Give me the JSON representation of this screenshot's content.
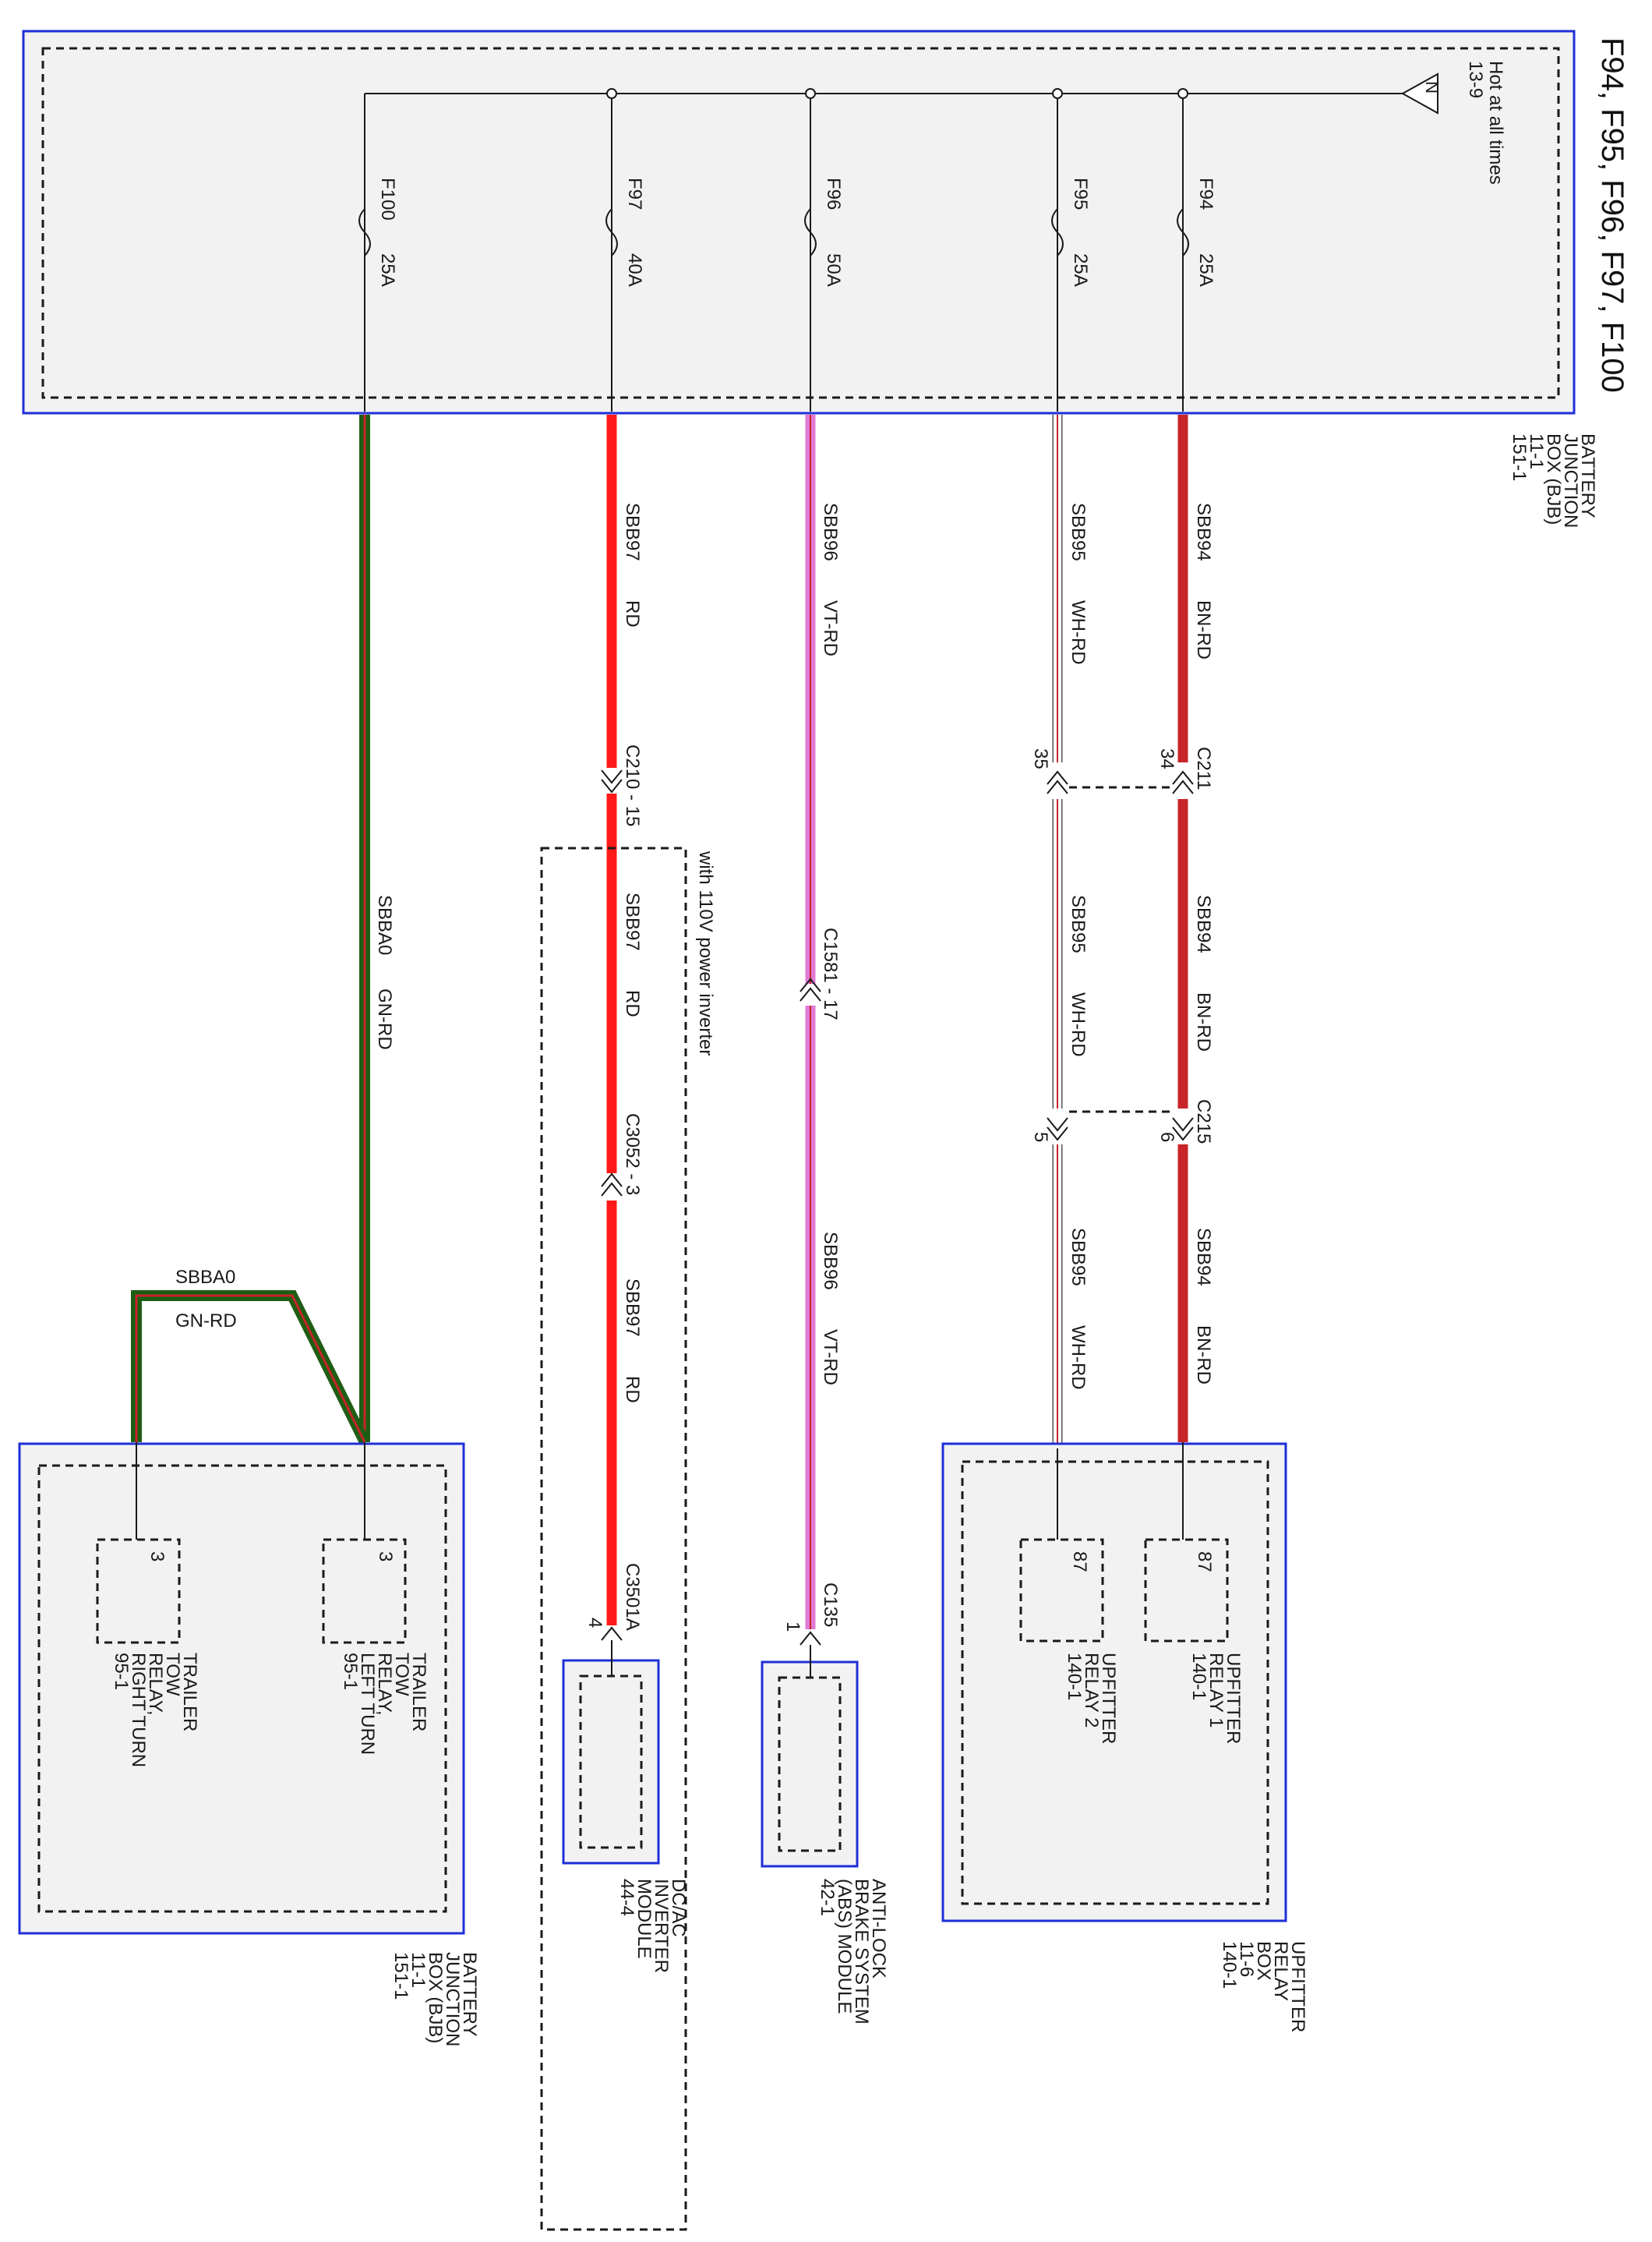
{
  "title": "F94, F95, F96, F97, F100",
  "colors": {
    "rd": "#ff1a1a",
    "bn_rd": "#c8242a",
    "vt_rd": "#e07ad4",
    "wh_rd": "#ffffff",
    "wh_rd_stripe": "#c8242a",
    "gn": "#1e5e14",
    "gn_rd_stripe": "#c8242a",
    "box_border": "#1f2fd8"
  },
  "bjb_top": {
    "name_lines": [
      "BATTERY",
      "JUNCTION",
      "BOX (BJB)",
      "11-1",
      "151-1"
    ],
    "power_label_lines": [
      "Hot at all times",
      "13-9"
    ],
    "power_symbol": "N",
    "fuses": [
      {
        "id": "F100",
        "rating": "25A"
      },
      {
        "id": "F97",
        "rating": "40A"
      },
      {
        "id": "F96",
        "rating": "50A"
      },
      {
        "id": "F95",
        "rating": "25A"
      },
      {
        "id": "F94",
        "rating": "25A"
      }
    ]
  },
  "wires": {
    "sbba0": {
      "circuit": "SBBA0",
      "color_code": "GN-RD"
    },
    "sbb97": {
      "circuit": "SBB97",
      "color_code": "RD"
    },
    "sbb96": {
      "circuit": "SBB96",
      "color_code": "VT-RD"
    },
    "sbb95": {
      "circuit": "SBB95",
      "color_code": "WH-RD"
    },
    "sbb94": {
      "circuit": "SBB94",
      "color_code": "BN-RD"
    }
  },
  "connectors": {
    "c210": "C210 - 15",
    "c3052": "C3052 - 3",
    "c3501a": "C3501A",
    "c3501a_pin": "4",
    "c1581": "C1581 - 17",
    "c135": "C135",
    "c135_pin": "1",
    "c211": "C211",
    "c211_pin_a": "35",
    "c211_pin_b": "34",
    "c215": "C215",
    "c215_pin_a": "5",
    "c215_pin_b": "6"
  },
  "option_label": "with 110V power inverter",
  "modules": {
    "dcac": {
      "name_lines": [
        "DC/AC",
        "INVERTER",
        "MODULE",
        "44-4"
      ]
    },
    "abs": {
      "name_lines": [
        "ANTI-LOCK",
        "BRAKE SYSTEM",
        "(ABS) MODULE",
        "42-1"
      ]
    },
    "upfitter_box": {
      "name_lines": [
        "UPFITTER",
        "RELAY",
        "BOX",
        "11-6",
        "140-1"
      ],
      "relay1": {
        "pin": "87",
        "name_lines": [
          "UPFITTER",
          "RELAY 1",
          "140-1"
        ]
      },
      "relay2": {
        "pin": "87",
        "name_lines": [
          "UPFITTER",
          "RELAY 2",
          "140-1"
        ]
      }
    },
    "bjb_bottom": {
      "name_lines": [
        "BATTERY",
        "JUNCTION",
        "BOX (BJB)",
        "11-1",
        "151-1"
      ],
      "left_turn": {
        "pin": "3",
        "name_lines": [
          "TRAILER",
          "TOW",
          "RELAY,",
          "LEFT TURN",
          "95-1"
        ]
      },
      "right_turn": {
        "pin": "3",
        "name_lines": [
          "TRAILER",
          "TOW",
          "RELAY,",
          "RIGHT TURN",
          "95-1"
        ]
      }
    }
  }
}
